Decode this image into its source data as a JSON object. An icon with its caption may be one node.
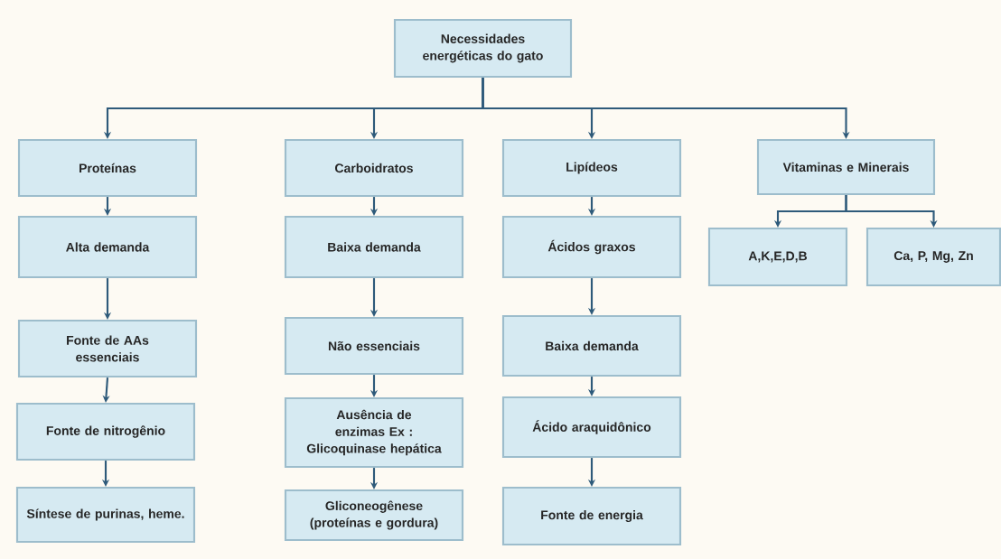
{
  "diagram": {
    "nodes": [
      {
        "text": [
          "Necessidades energéticas do gato"
        ]
      },
      {
        "text": [
          "Proteínas"
        ]
      },
      {
        "text": [
          "Carboidratos"
        ]
      },
      {
        "text": [
          "Lipídeos"
        ]
      },
      {
        "text": [
          "Vitaminas e Minerais"
        ]
      },
      {
        "text": [
          "Alta demanda"
        ]
      },
      {
        "text": [
          "Fonte de AAs essenciais"
        ]
      },
      {
        "text": [
          "Fonte de nitrogênio"
        ]
      },
      {
        "text": [
          "Síntese de purinas, heme."
        ]
      },
      {
        "text": [
          "Baixa demanda"
        ]
      },
      {
        "text": [
          "Não essenciais"
        ]
      },
      {
        "text": [
          "Ausência de enzimas Ex : Glicoquinase hepática"
        ]
      },
      {
        "text": [
          "Gliconeogênese (proteínas e gordura)"
        ]
      },
      {
        "text": [
          "Ácidos graxos"
        ]
      },
      {
        "text": [
          "Baixa demanda"
        ]
      },
      {
        "text": [
          "Ácido araquidônico"
        ]
      },
      {
        "text": [
          "Fonte de energia"
        ]
      },
      {
        "text": [
          "A,K,E,D,B"
        ]
      },
      {
        "text": [
          "Ca, P, Mg, Zn"
        ]
      }
    ],
    "edges": [
      {
        "from": 0,
        "to": 1,
        "arrow": "to"
      },
      {
        "from": 0,
        "to": 2,
        "arrow": "to"
      },
      {
        "from": 0,
        "to": 3,
        "arrow": "to"
      },
      {
        "from": 0,
        "to": 4,
        "arrow": "to"
      },
      {
        "from": 1,
        "to": 5,
        "arrow": "to"
      },
      {
        "from": 5,
        "to": 6,
        "arrow": "to"
      },
      {
        "from": 6,
        "to": 7,
        "arrow": "to"
      },
      {
        "from": 7,
        "to": 8,
        "arrow": "to"
      },
      {
        "from": 2,
        "to": 9,
        "arrow": "to"
      },
      {
        "from": 9,
        "to": 10,
        "arrow": "to"
      },
      {
        "from": 10,
        "to": 11,
        "arrow": "to"
      },
      {
        "from": 11,
        "to": 12,
        "arrow": "to"
      },
      {
        "from": 3,
        "to": 13,
        "arrow": "to"
      },
      {
        "from": 13,
        "to": 14,
        "arrow": "to"
      },
      {
        "from": 14,
        "to": 15,
        "arrow": "to"
      },
      {
        "from": 15,
        "to": 16,
        "arrow": "to"
      },
      {
        "from": 4,
        "to": 17,
        "arrow": "to"
      },
      {
        "from": 4,
        "to": 18,
        "arrow": "to"
      }
    ]
  }
}
